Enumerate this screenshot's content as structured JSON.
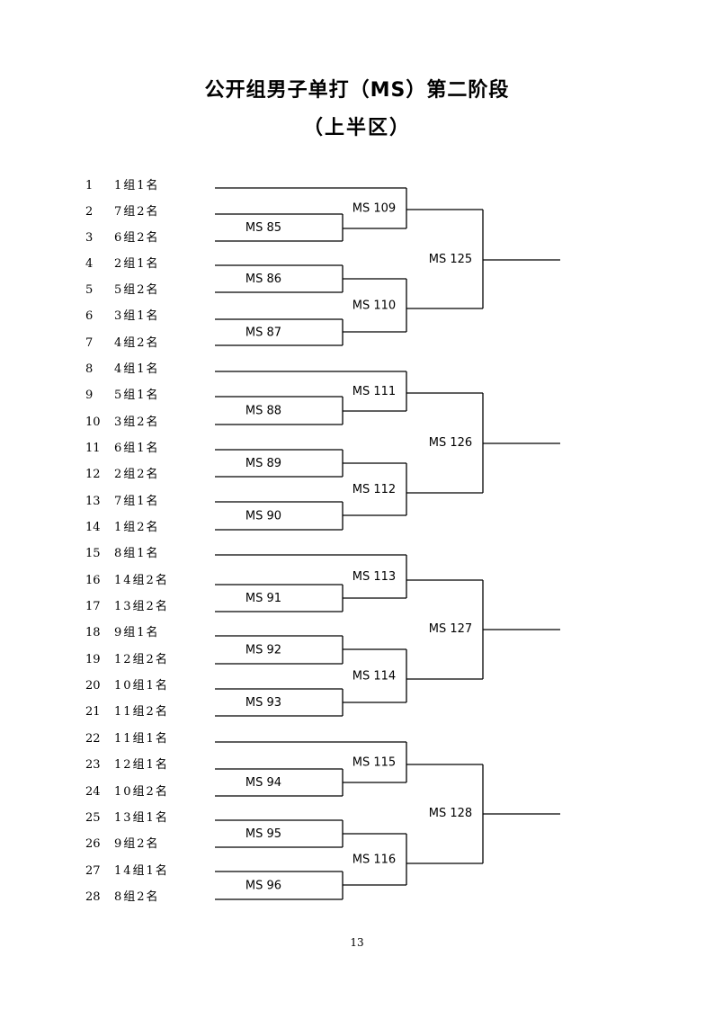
{
  "title": "公开组男子单打（MS）第二阶段",
  "subtitle": "（上半区）",
  "entries": [
    {
      "num": "1",
      "group": "1组1名"
    },
    {
      "num": "2",
      "group": "7组2名"
    },
    {
      "num": "3",
      "group": "6组2名"
    },
    {
      "num": "4",
      "group": "2组1名"
    },
    {
      "num": "5",
      "group": "5组2名"
    },
    {
      "num": "6",
      "group": "3组1名"
    },
    {
      "num": "7",
      "group": "4组2名"
    },
    {
      "num": "8",
      "group": "4组1名"
    },
    {
      "num": "9",
      "group": "5组1名"
    },
    {
      "num": "10",
      "group": "3组2名"
    },
    {
      "num": "11",
      "group": "6组1名"
    },
    {
      "num": "12",
      "group": "2组2名"
    },
    {
      "num": "13",
      "group": "7组1名"
    },
    {
      "num": "14",
      "group": "1组2名"
    },
    {
      "num": "15",
      "group": "8组1名"
    },
    {
      "num": "16",
      "group": "14组2名"
    },
    {
      "num": "17",
      "group": "13组2名"
    },
    {
      "num": "18",
      "group": "9组1名"
    },
    {
      "num": "19",
      "group": "12组2名"
    },
    {
      "num": "20",
      "group": "10组1名"
    },
    {
      "num": "21",
      "group": "11组2名"
    },
    {
      "num": "22",
      "group": "11组1名"
    },
    {
      "num": "23",
      "group": "12组1名"
    },
    {
      "num": "24",
      "group": "10组2名"
    },
    {
      "num": "25",
      "group": "13组1名"
    },
    {
      "num": "26",
      "group": "9组2名"
    },
    {
      "num": "27",
      "group": "14组1名"
    },
    {
      "num": "28",
      "group": "8组2名"
    }
  ],
  "round1_matches": [
    "MS 85",
    "MS 86",
    "MS 87",
    "MS 88",
    "MS 89",
    "MS 90",
    "MS 91",
    "MS 92",
    "MS 93",
    "MS 94",
    "MS 95",
    "MS 96"
  ],
  "round2_matches": [
    "MS 109",
    "MS 110",
    "MS 111",
    "MS 112",
    "MS 113",
    "MS 114",
    "MS 115",
    "MS 116"
  ],
  "round3_matches": [
    "MS 125",
    "MS 126",
    "MS 127",
    "MS 128"
  ],
  "page_number": "13"
}
